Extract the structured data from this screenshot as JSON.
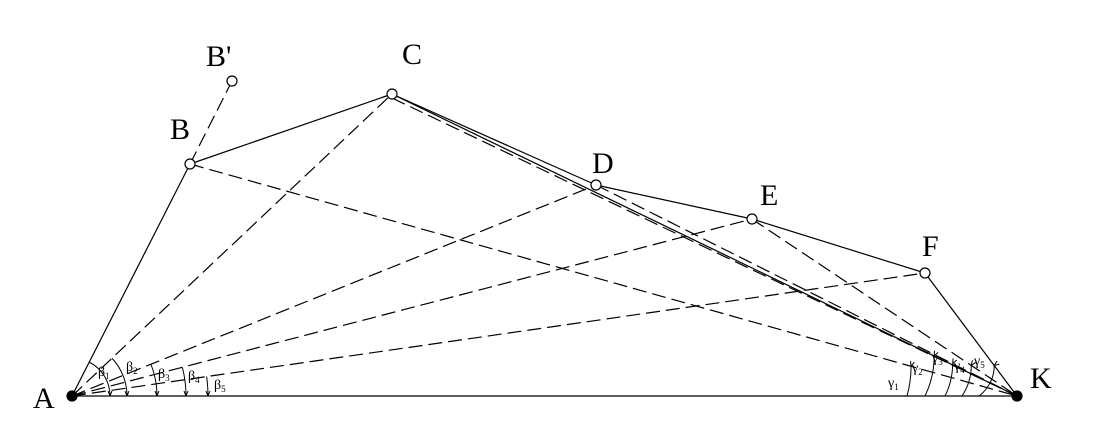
{
  "points": [
    {
      "id": "A",
      "label": "A",
      "filled": true
    },
    {
      "id": "B",
      "label": "B",
      "filled": false
    },
    {
      "id": "B1",
      "label": "B'",
      "filled": false
    },
    {
      "id": "C",
      "label": "C",
      "filled": false
    },
    {
      "id": "D",
      "label": "D",
      "filled": false
    },
    {
      "id": "E",
      "label": "E",
      "filled": false
    },
    {
      "id": "F",
      "label": "F",
      "filled": false
    },
    {
      "id": "K",
      "label": "K",
      "filled": true
    }
  ],
  "solid_edges": [
    [
      "A",
      "B"
    ],
    [
      "B",
      "C"
    ],
    [
      "C",
      "D"
    ],
    [
      "D",
      "E"
    ],
    [
      "E",
      "F"
    ],
    [
      "F",
      "K"
    ],
    [
      "A",
      "K"
    ],
    [
      "C",
      "K"
    ]
  ],
  "dashed_edges": [
    [
      "B",
      "B1"
    ],
    [
      "A",
      "C"
    ],
    [
      "A",
      "D"
    ],
    [
      "A",
      "E"
    ],
    [
      "A",
      "F"
    ],
    [
      "B",
      "K"
    ],
    [
      "C",
      "K"
    ],
    [
      "D",
      "K"
    ],
    [
      "E",
      "K"
    ]
  ],
  "angles_A": [
    {
      "greek": "β",
      "sub": "1"
    },
    {
      "greek": "β",
      "sub": "2"
    },
    {
      "greek": "β",
      "sub": "3"
    },
    {
      "greek": "β",
      "sub": "4"
    },
    {
      "greek": "β",
      "sub": "5"
    }
  ],
  "angles_K": [
    {
      "greek": "γ",
      "sub": "1"
    },
    {
      "greek": "γ",
      "sub": "2"
    },
    {
      "greek": "γ",
      "sub": "3"
    },
    {
      "greek": "γ",
      "sub": "4"
    },
    {
      "greek": "γ",
      "sub": "5"
    }
  ]
}
